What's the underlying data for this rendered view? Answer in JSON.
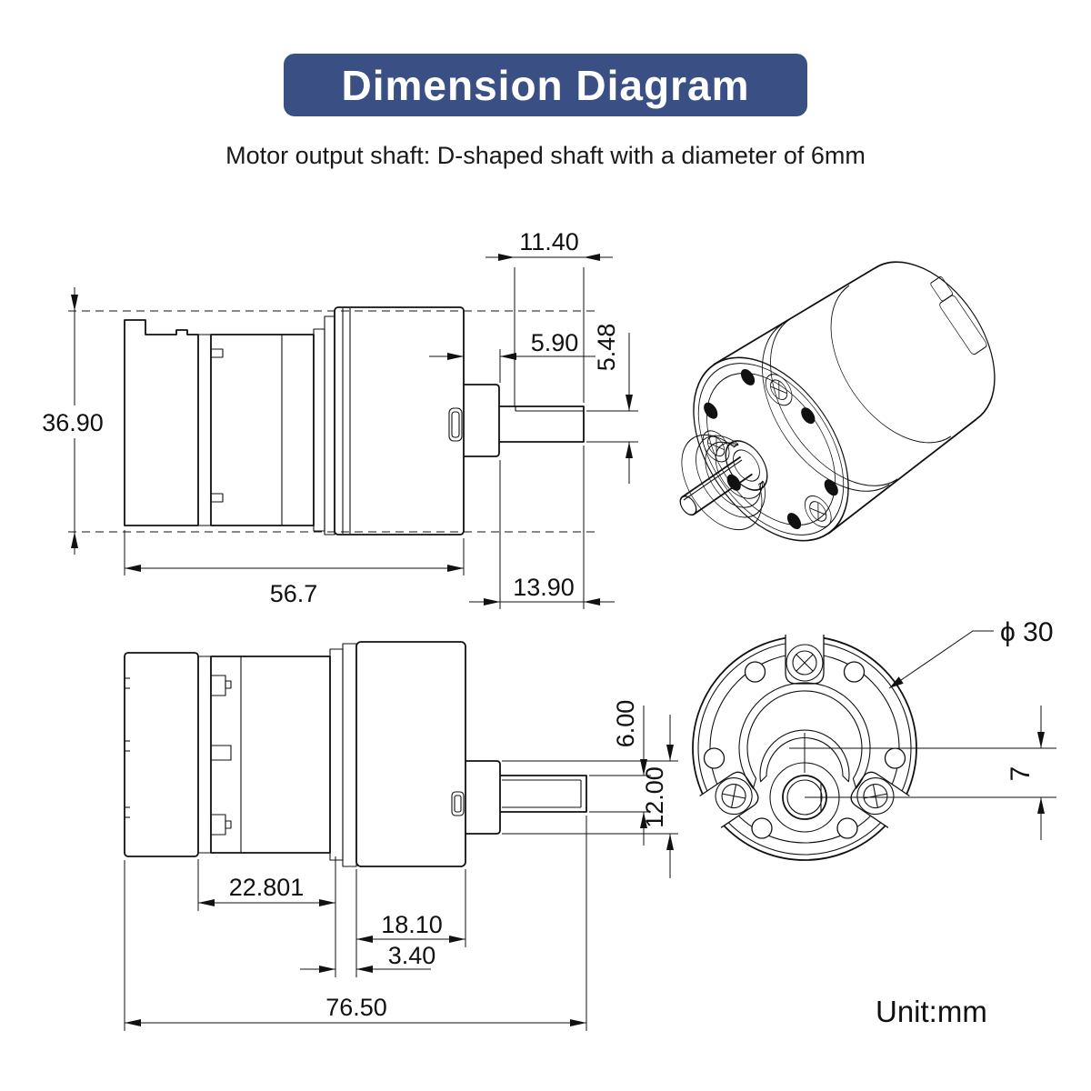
{
  "banner": {
    "title": "Dimension Diagram",
    "bg_color": "#3a5085",
    "text_color": "#ffffff"
  },
  "subtitle": "Motor output shaft: D-shaped shaft with a diameter of 6mm",
  "unit_label": "Unit:mm",
  "drawing": {
    "line_color": "#111111",
    "side_view_top": {
      "dims": {
        "body_height": "36.90",
        "body_length": "56.7",
        "shaft_total": "11.40",
        "boss_length": "5.90",
        "shaft_flat": "5.48",
        "shaft_length": "13.90"
      }
    },
    "side_view_bottom": {
      "dims": {
        "motor_section": "22.801",
        "gearbox_length": "18.10",
        "spacer": "3.40",
        "total_length": "76.50",
        "shaft_diameter": "6.00",
        "boss_diameter": "12.00"
      }
    },
    "front_view": {
      "dims": {
        "face_diameter": "ϕ 30",
        "shaft_offset": "7"
      }
    }
  }
}
